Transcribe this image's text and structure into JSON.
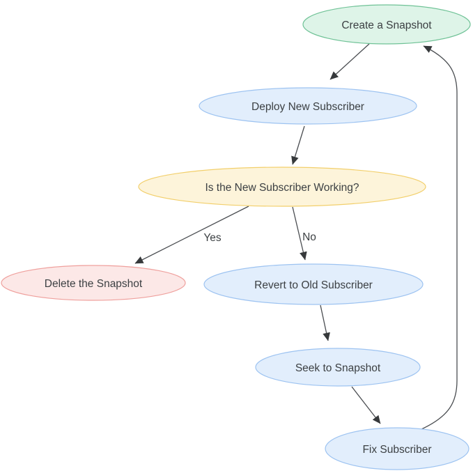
{
  "colors": {
    "background": "#ffffff",
    "text": "#3c4043",
    "arrow": "#4a4d51",
    "arrowhead": "#36393b",
    "green_fill": "#def4e8",
    "green_stroke": "#6fc296",
    "blue_fill": "#e2eefc",
    "blue_stroke": "#9dc3f1",
    "yellow_fill": "#fdf4da",
    "yellow_stroke": "#f2cf6b",
    "red_fill": "#fce8e7",
    "red_stroke": "#efa09d"
  },
  "nodes": [
    {
      "id": "create-snapshot",
      "label": "Create a Snapshot",
      "fill": "#def4e8",
      "stroke": "#6fc296"
    },
    {
      "id": "deploy-new-subscriber",
      "label": "Deploy New Subscriber",
      "fill": "#e2eefc",
      "stroke": "#9dc3f1"
    },
    {
      "id": "is-new-subscriber-working",
      "label": "Is the New Subscriber Working?",
      "fill": "#fdf4da",
      "stroke": "#f2cf6b"
    },
    {
      "id": "delete-the-snapshot",
      "label": "Delete the Snapshot",
      "fill": "#fce8e7",
      "stroke": "#efa09d"
    },
    {
      "id": "revert-to-old-subscriber",
      "label": "Revert to Old Subscriber",
      "fill": "#e2eefc",
      "stroke": "#9dc3f1"
    },
    {
      "id": "seek-to-snapshot",
      "label": "Seek to Snapshot",
      "fill": "#e2eefc",
      "stroke": "#9dc3f1"
    },
    {
      "id": "fix-subscriber",
      "label": "Fix Subscriber",
      "fill": "#e2eefc",
      "stroke": "#9dc3f1"
    }
  ],
  "edges": [
    {
      "from": "create-snapshot",
      "to": "deploy-new-subscriber",
      "label": ""
    },
    {
      "from": "deploy-new-subscriber",
      "to": "is-new-subscriber-working",
      "label": ""
    },
    {
      "from": "is-new-subscriber-working",
      "to": "delete-the-snapshot",
      "label": "Yes"
    },
    {
      "from": "is-new-subscriber-working",
      "to": "revert-to-old-subscriber",
      "label": "No"
    },
    {
      "from": "revert-to-old-subscriber",
      "to": "seek-to-snapshot",
      "label": ""
    },
    {
      "from": "seek-to-snapshot",
      "to": "fix-subscriber",
      "label": ""
    },
    {
      "from": "fix-subscriber",
      "to": "create-snapshot",
      "label": ""
    }
  ]
}
